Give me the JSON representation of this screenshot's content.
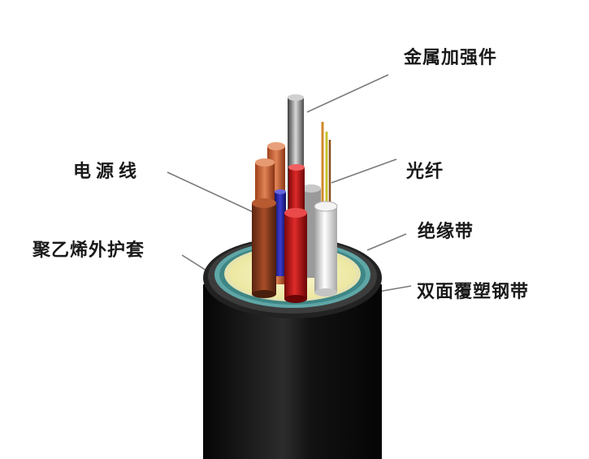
{
  "labels": {
    "metal_strength_member": "金属加强件",
    "optical_fiber": "光纤",
    "power_wire": "电源线",
    "insulation_tape": "绝缘带",
    "polyethylene_jacket": "聚乙烯外护套",
    "double_sided_coated_steel_tape": "双面覆塑钢带"
  },
  "colors": {
    "jacket": "#141414",
    "steel_tape_ring": "#5fa6a6",
    "filler": "#f3f0a8",
    "copper_wire": "#b5502c",
    "red_wire": "#c01818",
    "blue_wire": "#2a2aa8",
    "white_tube": "#e6e6e6",
    "metal_member": "#8a8a8a"
  }
}
